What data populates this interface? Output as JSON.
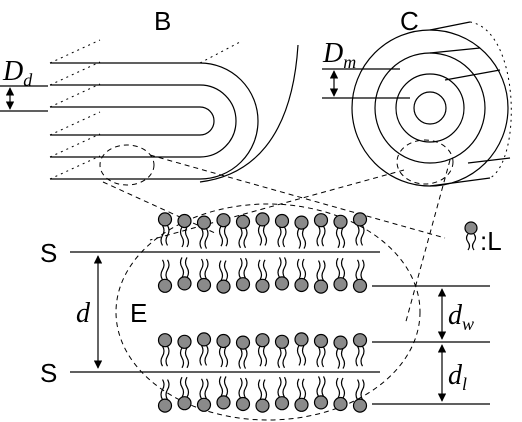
{
  "labels": {
    "B": "B",
    "C": "C",
    "E": "E",
    "S_top": "S",
    "S_bottom": "S",
    "d": "d",
    "D_d_main": "D",
    "D_d_sub": "d",
    "D_m_main": "D",
    "D_m_sub": "m",
    "d_w_main": "d",
    "d_w_sub": "w",
    "d_l_main": "d",
    "d_l_sub": "l",
    "legend_text": ":L"
  },
  "colors": {
    "headgroup": "#8a8a8a",
    "stroke": "#000000"
  },
  "icons": {
    "lipid": "lipid-icon"
  }
}
